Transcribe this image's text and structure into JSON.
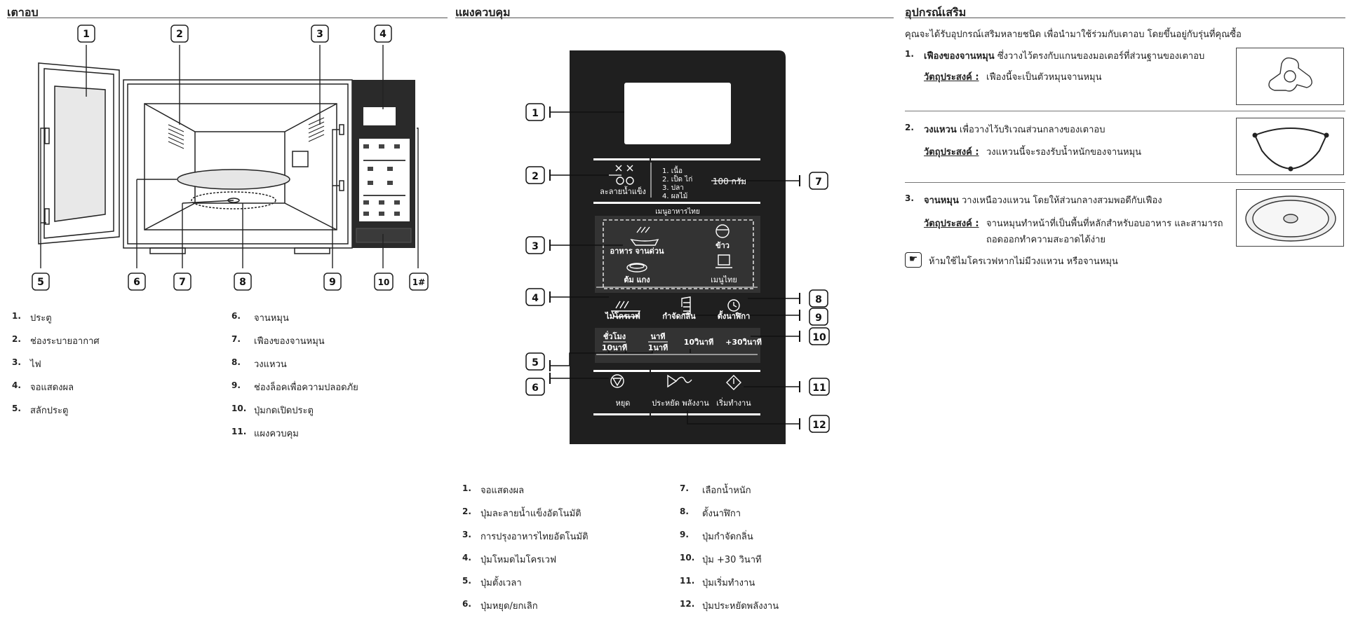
{
  "oven": {
    "title": "เตาอบ",
    "callouts": [
      "1",
      "2",
      "3",
      "4",
      "5",
      "6",
      "7",
      "8",
      "9",
      "10",
      "1#"
    ],
    "items": [
      {
        "num": "1.",
        "text": "ประตู"
      },
      {
        "num": "2.",
        "text": "ช่องระบายอากาศ"
      },
      {
        "num": "3.",
        "text": "ไฟ"
      },
      {
        "num": "4.",
        "text": "จอแสดงผล"
      },
      {
        "num": "5.",
        "text": "สลักประตู"
      },
      {
        "num": "6.",
        "text": "จานหมุน"
      },
      {
        "num": "7.",
        "text": "เฟืองของจานหมุน"
      },
      {
        "num": "8.",
        "text": "วงแหวน"
      },
      {
        "num": "9.",
        "text": "ช่องล็อคเพื่อความปลอดภัย"
      },
      {
        "num": "10.",
        "text": "ปุ่มกดเปิดประตู"
      },
      {
        "num": "11.",
        "text": "แผงควบคุม"
      }
    ]
  },
  "panel": {
    "title": "แผงควบคุม",
    "callouts": [
      "1",
      "2",
      "3",
      "4",
      "5",
      "6",
      "7",
      "8",
      "9",
      "10",
      "11",
      "12"
    ],
    "labels": {
      "defrost": "ละลายน้ำแข็ง",
      "defrost_menu": [
        "1. เนื้อ",
        "2. เป็ด ไก่",
        "3. ปลา",
        "4. ผลไม้"
      ],
      "weight": "100 กรัม",
      "thai_menu": "เมนูอาหารไทย",
      "quick_meal": "อาหาร จานด่วน",
      "rice": "ข้าว",
      "soup": "ต้ม แกง",
      "thai_menu_btn": "เมนูไทย",
      "microwave": "ไมโครเวฟ",
      "deodorize": "กำจัดกลิ่น",
      "clock": "ตั้งนาฬิกา",
      "hour": "ชั่วโมง",
      "ten_min": "10นาที",
      "minute": "นาที",
      "one_min": "1นาที",
      "ten_sec": "10วินาที",
      "plus30": "+30วินาที",
      "stop": "หยุด",
      "eco": "ประหยัด พลังงาน",
      "start": "เริ่มทำงาน"
    },
    "items": [
      {
        "num": "1.",
        "text": "จอแสดงผล"
      },
      {
        "num": "2.",
        "text": "ปุ่มละลายน้ำแข็งอัตโนมัติ"
      },
      {
        "num": "3.",
        "text": "การปรุงอาหารไทยอัตโนมัติ"
      },
      {
        "num": "4.",
        "text": "ปุ่มโหมดไมโครเวฟ"
      },
      {
        "num": "5.",
        "text": "ปุ่มตั้งเวลา"
      },
      {
        "num": "6.",
        "text": "ปุ่มหยุด/ยกเลิก"
      },
      {
        "num": "7.",
        "text": "เลือกน้ำหนัก"
      },
      {
        "num": "8.",
        "text": "ตั้งนาฬิกา"
      },
      {
        "num": "9.",
        "text": "ปุ่มกำจัดกลิ่น"
      },
      {
        "num": "10.",
        "text": "ปุ่ม +30 วินาที"
      },
      {
        "num": "11.",
        "text": "ปุ่มเริ่มทำงาน"
      },
      {
        "num": "12.",
        "text": "ปุ่มประหยัดพลังงาน"
      }
    ]
  },
  "accessories": {
    "title": "อุปกรณ์เสริม",
    "intro": "คุณจะได้รับอุปกรณ์เสริมหลายชนิด เพื่อนำมาใช้ร่วมกับเตาอบ โดยขึ้นอยู่กับรุ่นที่คุณซื้อ",
    "purpose_label": "วัตถุประสงค์ :",
    "items": [
      {
        "num": "1.",
        "name": "เฟืองของจานหมุน",
        "desc": " ซึ่งวางไว้ตรงกับแกนของมอเตอร์ที่ส่วนฐานของเตาอบ",
        "purpose": "เฟืองนี้จะเป็นตัวหมุนจานหมุน",
        "purpose2": ""
      },
      {
        "num": "2.",
        "name": "วงแหวน",
        "desc": " เพื่อวางไว้บริเวณส่วนกลางของเตาอบ",
        "purpose": "วงแหวนนี้จะรองรับน้ำหนักของจานหมุน",
        "purpose2": ""
      },
      {
        "num": "3.",
        "name": "จานหมุน",
        "desc": " วางเหนือวงแหวน โดยให้ส่วนกลางสวมพอดีกับเฟือง",
        "purpose": "จานหมุนทำหน้าที่เป็นพื้นที่หลักสำหรับอบอาหาร และสามารถ",
        "purpose2": "ถอดออกทำความสะอาดได้ง่าย"
      }
    ],
    "note": "ห้ามใช้ไมโครเวฟหากไม่มีวงแหวน หรือจานหมุน",
    "note_icon": "pointing-hand-icon"
  }
}
